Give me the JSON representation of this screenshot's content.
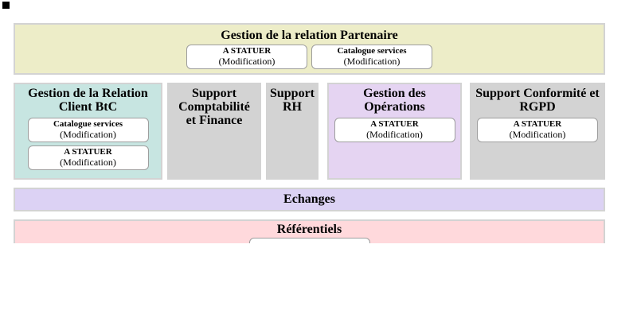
{
  "banner": {
    "title": "Gestion de la relation Partenaire",
    "buttons": [
      {
        "label": "A STATUER",
        "sub": "(Modification)"
      },
      {
        "label": "Catalogue services",
        "sub": "(Modification)"
      }
    ]
  },
  "boxes": [
    {
      "title_lines": [
        "Gestion de la Relation",
        "Client BtC"
      ],
      "bg": "#c7e5e1",
      "buttons": [
        {
          "label": "Catalogue services",
          "sub": "(Modification)"
        },
        {
          "label": "A STATUER",
          "sub": "(Modification)"
        }
      ]
    },
    {
      "title_lines": [
        "Support",
        "Comptabilité",
        "et Finance"
      ],
      "bg": "#d3d3d3",
      "buttons": []
    },
    {
      "title_lines": [
        "Support",
        "RH"
      ],
      "bg": "#d3d3d3",
      "buttons": []
    },
    {
      "title_lines": [
        "Gestion des",
        "Opérations"
      ],
      "bg": "#e5d4f2",
      "buttons": [
        {
          "label": "A STATUER",
          "sub": "(Modification)"
        }
      ]
    },
    {
      "title_lines": [
        "Support Conformité et",
        "RGPD"
      ],
      "bg": "#d3d3d3",
      "buttons": [
        {
          "label": "A STATUER",
          "sub": "(Modification)"
        }
      ]
    }
  ],
  "bars": {
    "echanges": {
      "title": "Echanges",
      "bg": "#dcd2f4"
    },
    "referentiels": {
      "title": "Référentiels",
      "bg": "#ffd9dc"
    }
  },
  "colors": {
    "banner_bg": "#ededc8",
    "section_border": "#d3d3d3",
    "button_border": "#9e9e9e",
    "button_bg": "#ffffff"
  }
}
